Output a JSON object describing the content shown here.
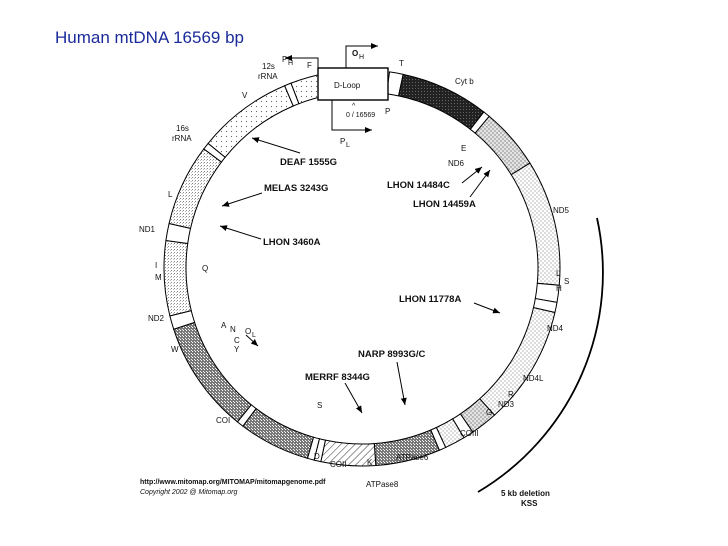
{
  "title": "Human mtDNA 16569 bp",
  "genes": {
    "rrna12s_a": "12s",
    "rrna12s_b": "rRNA",
    "rrna16s_a": "16s",
    "rrna16s_b": "rRNA",
    "V": "V",
    "F": "F",
    "PH": "P",
    "PH_sub": "H",
    "OH": "O",
    "OH_sub": "H",
    "dloop": "D-Loop",
    "T": "T",
    "cytb": "Cyt b",
    "P": "P",
    "origin": "0 / 16569",
    "PL": "P",
    "PL_sub": "L",
    "E": "E",
    "ND6": "ND6",
    "ND5": "ND5",
    "L2": "L",
    "H": "H",
    "S2": "S",
    "ND4": "ND4",
    "ND4L": "ND4L",
    "R": "R",
    "ND3": "ND3",
    "G": "G",
    "COIII": "COIII",
    "ATPase6": "ATPase6",
    "ATPase8": "ATPase8",
    "K": "K",
    "COII": "COII",
    "D": "D",
    "S1": "S",
    "COI": "COI",
    "W": "W",
    "A": "A",
    "N": "N",
    "C": "C",
    "Y": "Y",
    "OL": "O",
    "OL_sub": "L",
    "ND2": "ND2",
    "M": "M",
    "I": "I",
    "Q": "Q",
    "ND1": "ND1",
    "L1": "L"
  },
  "mutations": {
    "deaf": "DEAF 1555G",
    "melas": "MELAS 3243G",
    "lhon3460": "LHON 3460A",
    "lhon14484": "LHON 14484C",
    "lhon14459": "LHON 14459A",
    "lhon11778": "LHON 11778A",
    "narp": "NARP 8993G/C",
    "merrf": "MERRF 8344G"
  },
  "deletion": {
    "line1": "5 kb  deletion",
    "line2": "KSS"
  },
  "source": {
    "url": "http://www.mitomap.org/MITOMAP/mitomapgenome.pdf",
    "copyright": "Copyright 2002 @ Mitomap.org"
  }
}
